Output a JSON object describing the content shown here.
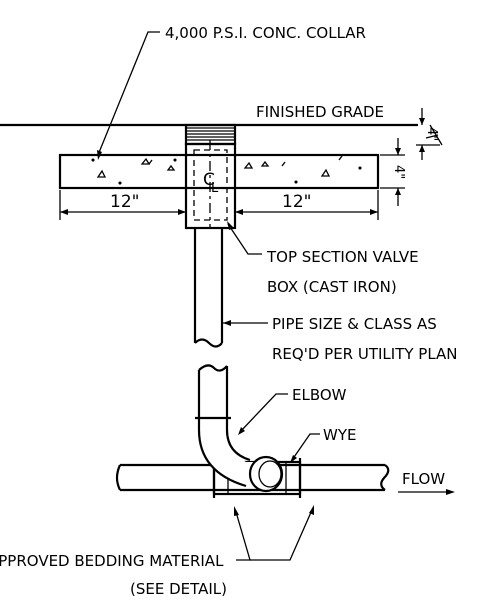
{
  "labels": {
    "collar": "4,000 P.S.I. CONC. COLLAR",
    "finished_grade": "FINISHED GRADE",
    "dim_left": "12\"",
    "dim_right": "12\"",
    "dim_top_4": "4\"",
    "dim_side_4": "4\"",
    "valve_box_1": "TOP SECTION VALVE",
    "valve_box_2": "BOX (CAST IRON)",
    "pipe_1": "PIPE SIZE & CLASS AS",
    "pipe_2": "REQ'D PER UTILITY PLAN",
    "elbow": "ELBOW",
    "wye": "WYE",
    "flow": "FLOW",
    "bedding_1": "APPROVED BEDDING MATERIAL",
    "bedding_2": "(SEE DETAIL)",
    "centerline": "C L"
  }
}
